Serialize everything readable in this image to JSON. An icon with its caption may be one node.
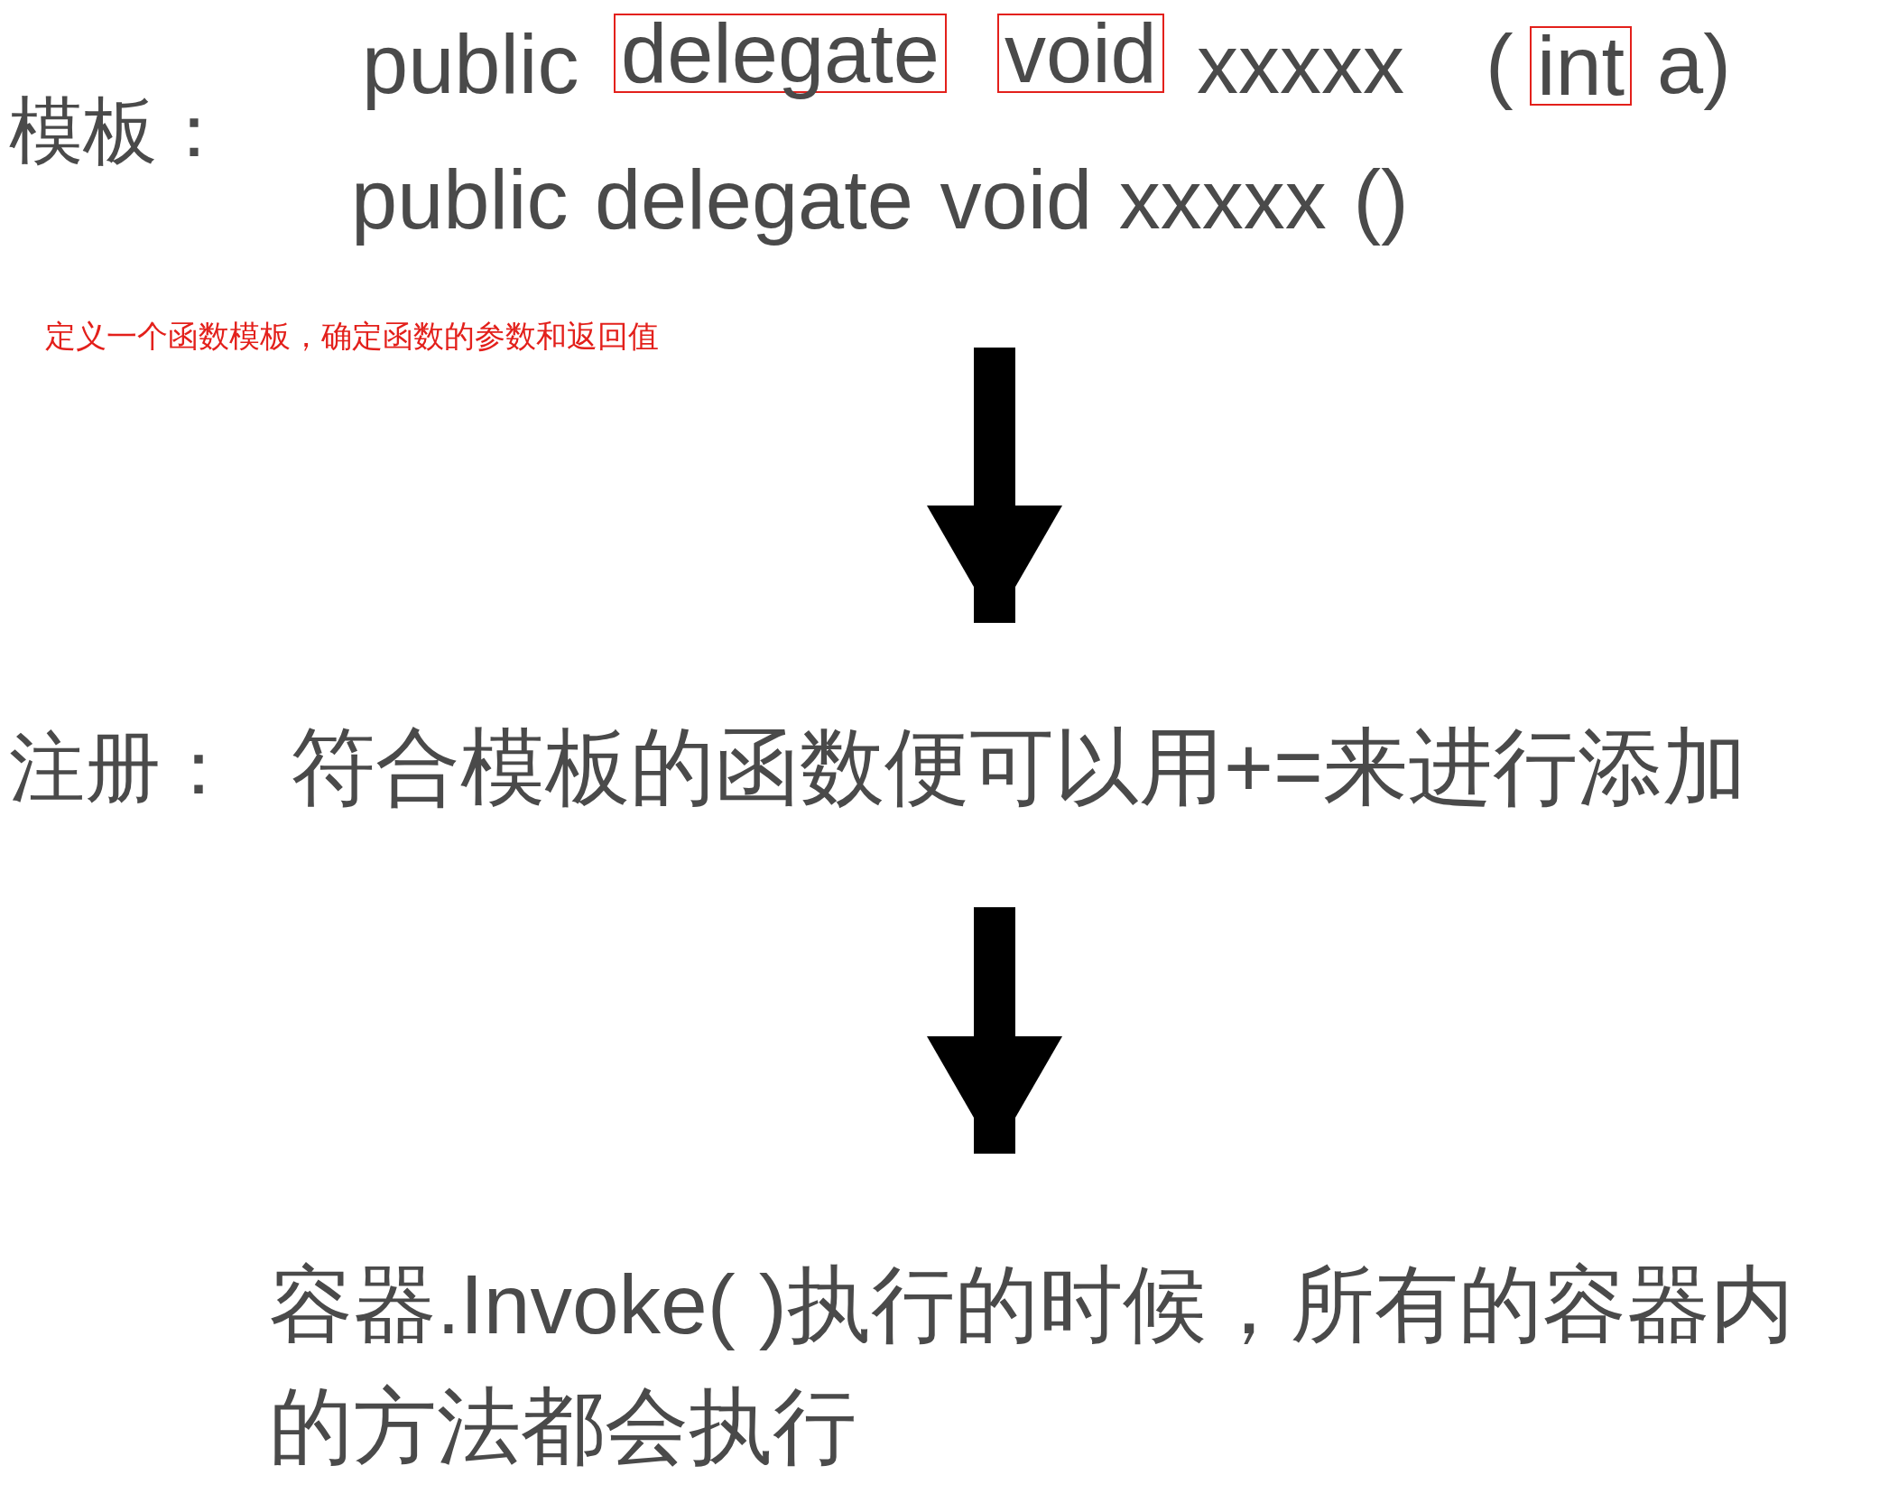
{
  "diagram": {
    "nodes": [
      {
        "text": [
          "模板："
        ]
      },
      {
        "text": [
          "public"
        ],
        "in": 0
      },
      {
        "text": [
          "delegate"
        ],
        "in": 0
      },
      {
        "text": [
          "void"
        ],
        "in": 0
      },
      {
        "text": [
          "xxxxx"
        ],
        "in": 0
      },
      {
        "text": [
          "("
        ],
        "in": 0
      },
      {
        "text": [
          "int"
        ],
        "in": 0
      },
      {
        "text": [
          "a)"
        ],
        "in": 0
      },
      {
        "text": [
          "public delegate void xxxxx ()"
        ],
        "in": 0
      },
      {
        "text": [
          "符合模板的函数便可以用+=来进行添加"
        ],
        "beside": [
          "注册："
        ]
      },
      {
        "text": [
          "容器.Invoke( )执行的时候，所有的容器内的方法都会执行"
        ]
      }
    ],
    "edges": [
      {
        "from": 0,
        "to": 9,
        "arrow": "to"
      },
      {
        "from": 9,
        "to": 10,
        "arrow": "to"
      }
    ],
    "labels": [
      "定义一个函数模板，确定函数的参数和返回值"
    ]
  }
}
